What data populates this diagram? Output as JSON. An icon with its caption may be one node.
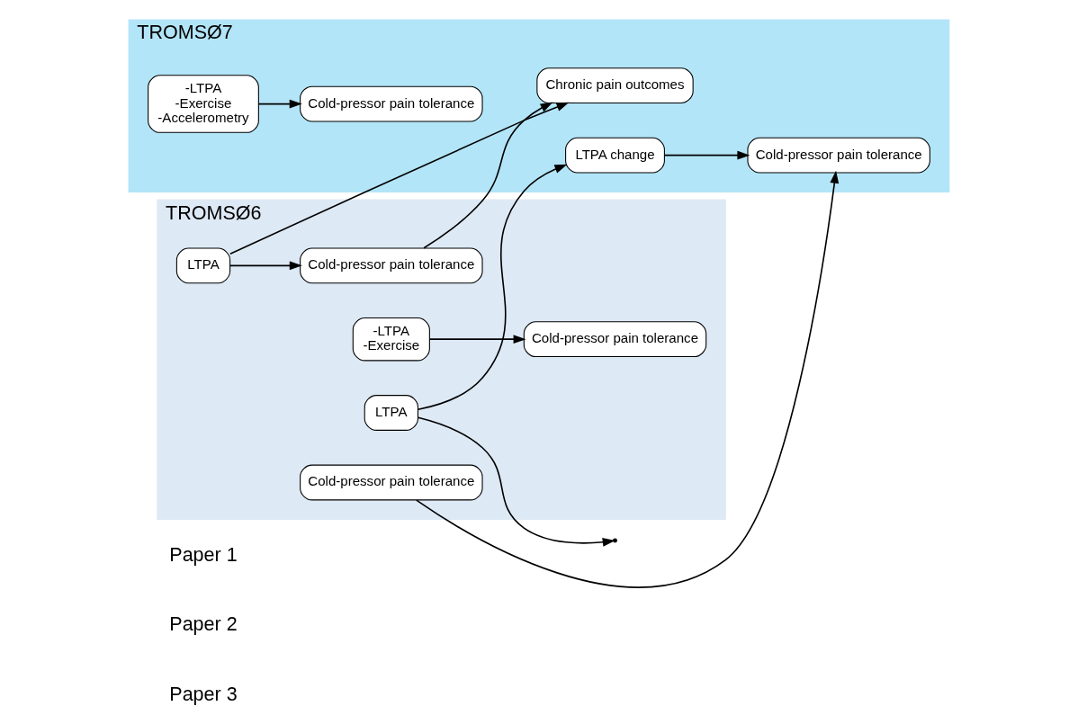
{
  "diagram": {
    "nodes": [
      {
        "text": [
          "TROMSØ6"
        ]
      },
      {
        "text": [
          "TROMSØ7"
        ]
      },
      {
        "text": [
          "-LTPA",
          "-Exercise"
        ],
        "in": 0
      },
      {
        "text": [
          "Cold-pressor pain tolerance"
        ],
        "in": 0
      },
      {
        "text": [
          "-LTPA",
          "-Exercise",
          "-Accelerometry"
        ],
        "in": 1
      },
      {
        "text": [
          "Cold-pressor pain tolerance"
        ],
        "in": 1
      },
      {
        "text": [
          "LTPA"
        ],
        "in": 0
      },
      {
        "text": [
          "LTPA change"
        ],
        "in": 1
      },
      {
        "text": [
          "Cold-pressor pain tolerance"
        ],
        "in": 0
      },
      {
        "text": [
          "Cold-pressor pain tolerance"
        ],
        "in": 1
      },
      {
        "text": [
          "LTPA"
        ],
        "in": 0
      },
      {
        "text": [
          "Cold-pressor pain tolerance"
        ],
        "in": 0
      },
      {
        "text": [
          "Chronic pain outcomes"
        ],
        "in": 1
      }
    ],
    "edges": [
      {
        "from": 2,
        "to": 3,
        "arrow": "to"
      },
      {
        "from": 4,
        "to": 5,
        "arrow": "to"
      },
      {
        "from": 6,
        "to": 7,
        "arrow": "to"
      },
      {
        "from": 7,
        "to": 9,
        "arrow": "to"
      },
      {
        "from": 6,
        "to": null,
        "arrow": "to"
      },
      {
        "from": 8,
        "to": 9,
        "arrow": "to"
      },
      {
        "from": 10,
        "to": 11,
        "arrow": "to"
      },
      {
        "from": 11,
        "to": 12,
        "arrow": "to"
      },
      {
        "from": 10,
        "to": 12,
        "arrow": "to"
      }
    ],
    "labels": [
      "Paper 1",
      "Paper 2",
      "Paper 3"
    ]
  }
}
